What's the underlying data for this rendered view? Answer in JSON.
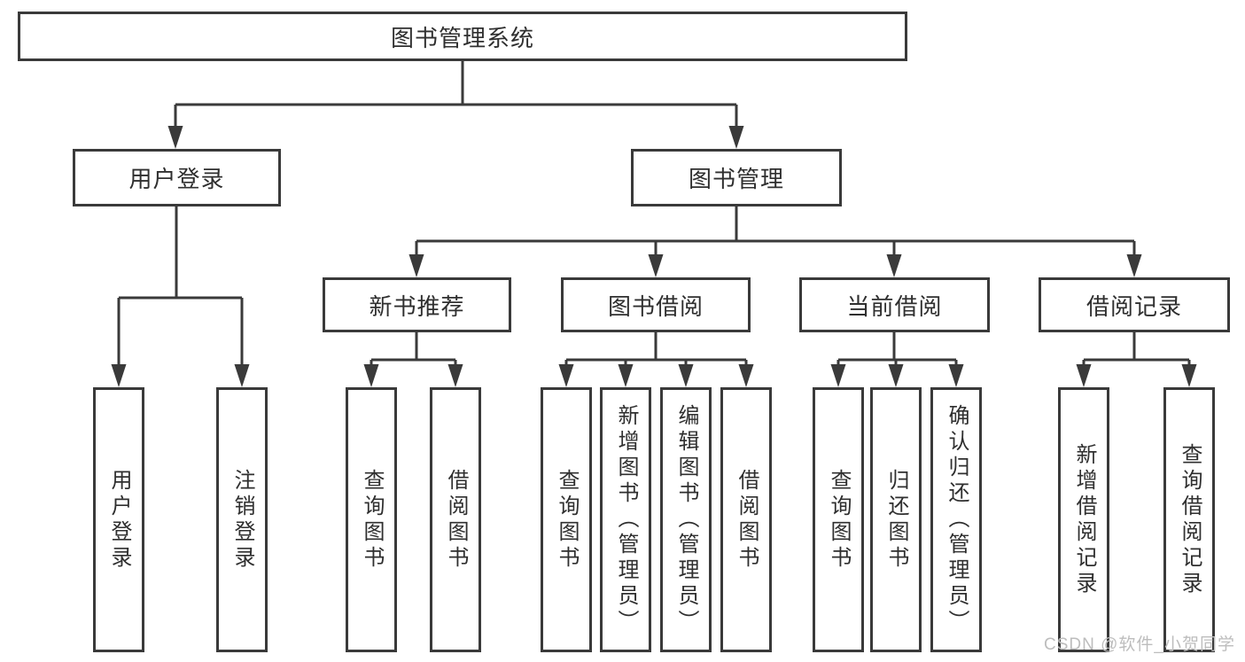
{
  "tree": {
    "label": "图书管理系统",
    "children": [
      {
        "label": "用户登录",
        "children": [
          {
            "label": "用户登录"
          },
          {
            "label": "注销登录"
          }
        ]
      },
      {
        "label": "图书管理",
        "children": [
          {
            "label": "新书推荐",
            "children": [
              {
                "label": "查询图书"
              },
              {
                "label": "借阅图书"
              }
            ]
          },
          {
            "label": "图书借阅",
            "children": [
              {
                "label": "查询图书"
              },
              {
                "label": "新增图书（管理员）"
              },
              {
                "label": "编辑图书（管理员）"
              },
              {
                "label": "借阅图书"
              }
            ]
          },
          {
            "label": "当前借阅",
            "children": [
              {
                "label": "查询图书"
              },
              {
                "label": "归还图书"
              },
              {
                "label": "确认归还（管理员）"
              }
            ]
          },
          {
            "label": "借阅记录",
            "children": [
              {
                "label": "新增借阅记录"
              },
              {
                "label": "查询借阅记录"
              }
            ]
          }
        ]
      }
    ]
  },
  "watermark": {
    "text": "CSDN @软件_小贺同学"
  },
  "colors": {
    "line": "#3a3a3a",
    "box_border": "#3a3a3a",
    "box_fill": "#ffffff",
    "text": "#2f2f2f",
    "watermark": "#bdbdbd",
    "background": "#ffffff"
  }
}
